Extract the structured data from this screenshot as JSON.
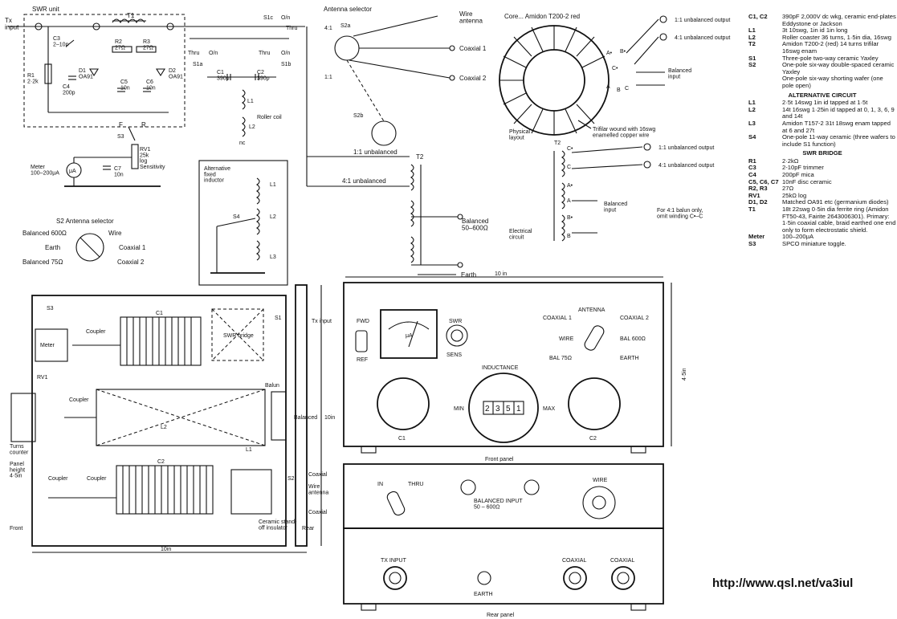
{
  "schematic": {
    "tx_input": "Tx\ninput",
    "swr_unit": "SWR unit",
    "t1": "T1",
    "c3": "C3\n2–10p",
    "r2": "R2\n27Ω",
    "r3": "R3\n27Ω",
    "r1": "R1\n2·2k",
    "c4": "C4\n200p",
    "d1": "D1\nOA91",
    "d2": "D2\nOA91",
    "c5": "C5\n10n",
    "c6": "C6\n10n",
    "f": "F",
    "r": "R",
    "s3": "S3",
    "rv1": "RV1\n25k\nlog\nSensitivity",
    "meter": "Meter\n100–200μA",
    "mu_a": "μA",
    "c7": "C7\n10n",
    "antenna_selector": "Antenna selector",
    "s1c": "S1c",
    "o_in": "O/n",
    "thru": "Thru",
    "s1a": "S1a",
    "s1b": "S1b",
    "c1": "C1\n390p",
    "c2": "C2\n390p",
    "l1": "L1",
    "l2": "L2",
    "roller_coil": "Roller coil",
    "nc": "nc",
    "ratio_41": "4:1",
    "ratio_11": "1:1",
    "s2a": "S2a",
    "s2b": "S2b",
    "wire_antenna": "Wire\nantenna",
    "coaxial_1": "Coaxial 1",
    "coaxial_2": "Coaxial 2",
    "unbal_11": "1:1 unbalanced",
    "unbal_41": "4:1 unbalanced",
    "t2": "T2",
    "balanced_50_600": "Balanced\n50–600Ω",
    "earth": "Earth",
    "alt_fixed_inductor": "Alternative\nfixed\ninductor",
    "s4": "S4",
    "l3": "L3"
  },
  "selector_legend": {
    "title": "S2 Antenna selector",
    "balanced600": "Balanced 600Ω",
    "wire": "Wire",
    "earth": "Earth",
    "coaxial1": "Coaxial 1",
    "balanced75": "Balanced 75Ω",
    "coaxial2": "Coaxial 2"
  },
  "balun": {
    "core": "Core... Amidon T200-2 red",
    "out_11": "1:1 unbalanced output",
    "out_41": "4:1 unbalanced output",
    "balanced_input": "Balanced\ninput",
    "trifilar": "Trifilar wound with 16swg\nenamelled copper wire",
    "physical_layout": "Physical\nlayout",
    "electrical_circuit": "Electrical\ncircuit",
    "t2": "T2",
    "omit_note": "For 4:1 balun only,\nomit winding C•–C",
    "a_dot": "A•",
    "b_dot": "B•",
    "c_dot": "C•",
    "a": "A",
    "b": "B",
    "c": "C"
  },
  "parts_list": [
    {
      "ref": "C1, C2",
      "desc": "390pF 2,000V dc wkg, ceramic end-plates Eddystone or Jackson"
    },
    {
      "ref": "L1",
      "desc": "3t 10swg, 1in id 1in long"
    },
    {
      "ref": "L2",
      "desc": "Roller coaster 36 turns, 1·5in dia, 16swg"
    },
    {
      "ref": "T2",
      "desc": "Amidon T200-2 (red) 14 turns trifilar 16swg enam"
    },
    {
      "ref": "S1",
      "desc": "Three-pole two-way ceramic Yaxley"
    },
    {
      "ref": "S2",
      "desc": "One-pole six-way double-spaced ceramic Yaxley"
    },
    {
      "ref": "",
      "desc": "One-pole six-way shorting wafer (one pole open)"
    }
  ],
  "alt_circuit": {
    "title": "ALTERNATIVE CIRCUIT",
    "items": [
      {
        "ref": "L1",
        "desc": "2·5t 14swg 1in id tapped at 1·5t"
      },
      {
        "ref": "L2",
        "desc": "14t 16swg 1·25in id tapped at 0, 1, 3, 6, 9 and 14t"
      },
      {
        "ref": "L3",
        "desc": "Amidon T157-2 31t 18swg enam tapped at 6 and 27t"
      },
      {
        "ref": "S4",
        "desc": "One-pole 11-way ceramic (three wafers to include S1 function)"
      }
    ]
  },
  "swr_bridge": {
    "title": "SWR BRIDGE",
    "items": [
      {
        "ref": "R1",
        "desc": "2·2kΩ"
      },
      {
        "ref": "C3",
        "desc": "2-10pF trimmer"
      },
      {
        "ref": "C4",
        "desc": "200pF mica"
      },
      {
        "ref": "C5, C6, C7",
        "desc": "10nF disc ceramic"
      },
      {
        "ref": "R2, R3",
        "desc": "27Ω"
      },
      {
        "ref": "RV1",
        "desc": "25kΩ log"
      },
      {
        "ref": "D1, D2",
        "desc": "Matched OA91 etc (germanium diodes)"
      },
      {
        "ref": "T1",
        "desc": "18t 22swg 0·5in dia ferrite ring (Amidon FT50-43, Fairite 2643006301). Primary: 1·5in coaxial cable, braid earthed one end only to form electrostatic shield."
      },
      {
        "ref": "Meter",
        "desc": "100–200μA"
      },
      {
        "ref": "S3",
        "desc": "SPCO miniature toggle."
      }
    ]
  },
  "layout_labels": {
    "s3": "S3",
    "meter": "Meter",
    "coupler_a": "Coupler",
    "c1": "C1",
    "swr_bridge": "SWR bridge",
    "s1": "S1",
    "tx_input": "Tx input",
    "rv1": "RV1",
    "coupler_b": "Coupler",
    "balun": "Balun",
    "balanced": "Balanced",
    "turns_counter": "Turns\ncounter",
    "panel_height": "Panel\nheight\n4·5in",
    "l2": "L2",
    "l1": "L1",
    "coupler_c": "Coupler",
    "coupler_d": "Coupler",
    "c2": "C2",
    "s2": "S2",
    "coaxial_a": "Coaxial",
    "wire_antenna": "Wire\nantenna",
    "coaxial_b": "Coaxial",
    "ceramic_standoff": "Ceramic stand-\noff insulator",
    "front": "Front",
    "rear": "Rear",
    "ten_in_a": "10in",
    "ten_in_b": "10in"
  },
  "front_panel": {
    "width": "10 in",
    "height": "4·5in",
    "fwd": "FWD",
    "ref": "REF",
    "mu_a": "μA",
    "swr": "SWR",
    "sens": "SENS",
    "antenna": "ANTENNA",
    "coaxial1": "COAXIAL 1",
    "coaxial2": "COAXIAL 2",
    "wire": "WIRE",
    "bal600": "BAL 600Ω",
    "bal75": "BAL 75Ω",
    "earth": "EARTH",
    "inductance": "INDUCTANCE",
    "counter": [
      "2",
      "3",
      "5",
      "1"
    ],
    "min": "MIN",
    "max": "MAX",
    "c1": "C1",
    "c2": "C2",
    "caption": "Front panel"
  },
  "rear_panel": {
    "in": "IN",
    "thru": "THRU",
    "balanced_input": "BALANCED INPUT\n50 – 600Ω",
    "wire": "WIRE",
    "tx_input": "TX INPUT",
    "earth": "EARTH",
    "coaxial_a": "COAXIAL",
    "coaxial_b": "COAXIAL",
    "caption": "Rear panel"
  },
  "url": "http://www.qsl.net/va3iul"
}
